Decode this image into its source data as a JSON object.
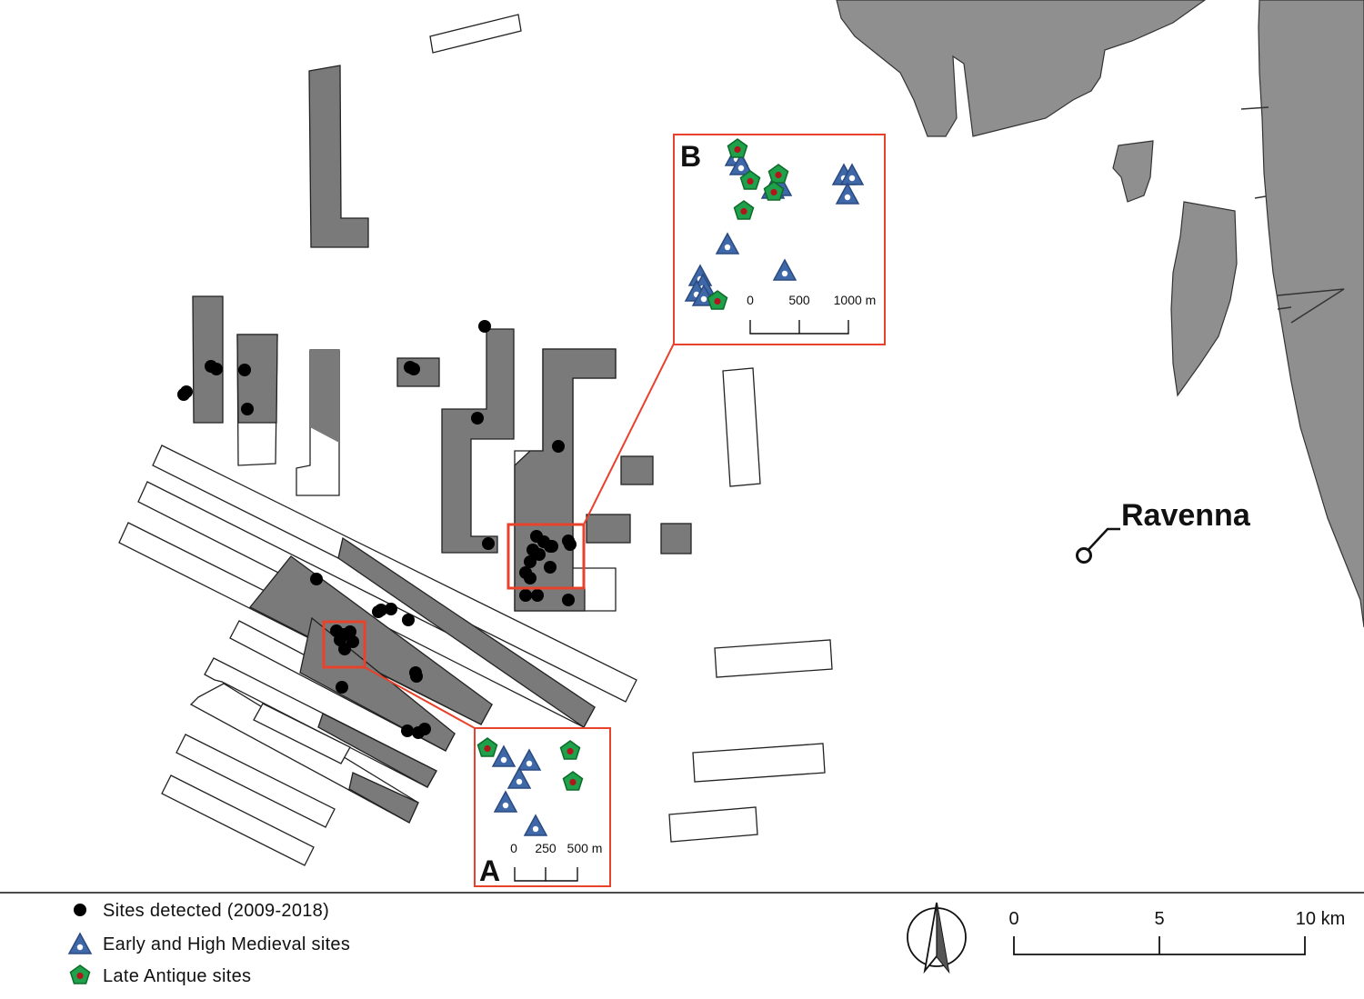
{
  "map": {
    "colors": {
      "land": "#8f8f8f",
      "survey_fill": "#7a7a7a",
      "outline": "#222222",
      "inset_border": "#e8412c",
      "site_dot": "#000000",
      "medieval_triangle": "#3f68a8",
      "late_antique_pentagon": "#1fa04a",
      "late_antique_dot": "#b0161b"
    },
    "place_label": "Ravenna",
    "inset_a": {
      "label": "A",
      "scale_ticks": [
        "0",
        "250",
        "500 m"
      ]
    },
    "inset_b": {
      "label": "B",
      "scale_ticks": [
        "0",
        "500",
        "1000 m"
      ]
    },
    "scale_bar": {
      "ticks": [
        "0",
        "5",
        "10 km"
      ]
    },
    "north_arrow_icon": "north-arrow-icon"
  },
  "legend": {
    "items": [
      {
        "label": "Sites detected (2009-2018)",
        "icon": "black-dot-icon"
      },
      {
        "label": "Early and High Medieval sites",
        "icon": "blue-triangle-icon"
      },
      {
        "label": "Late Antique sites",
        "icon": "green-pentagon-icon"
      }
    ]
  }
}
